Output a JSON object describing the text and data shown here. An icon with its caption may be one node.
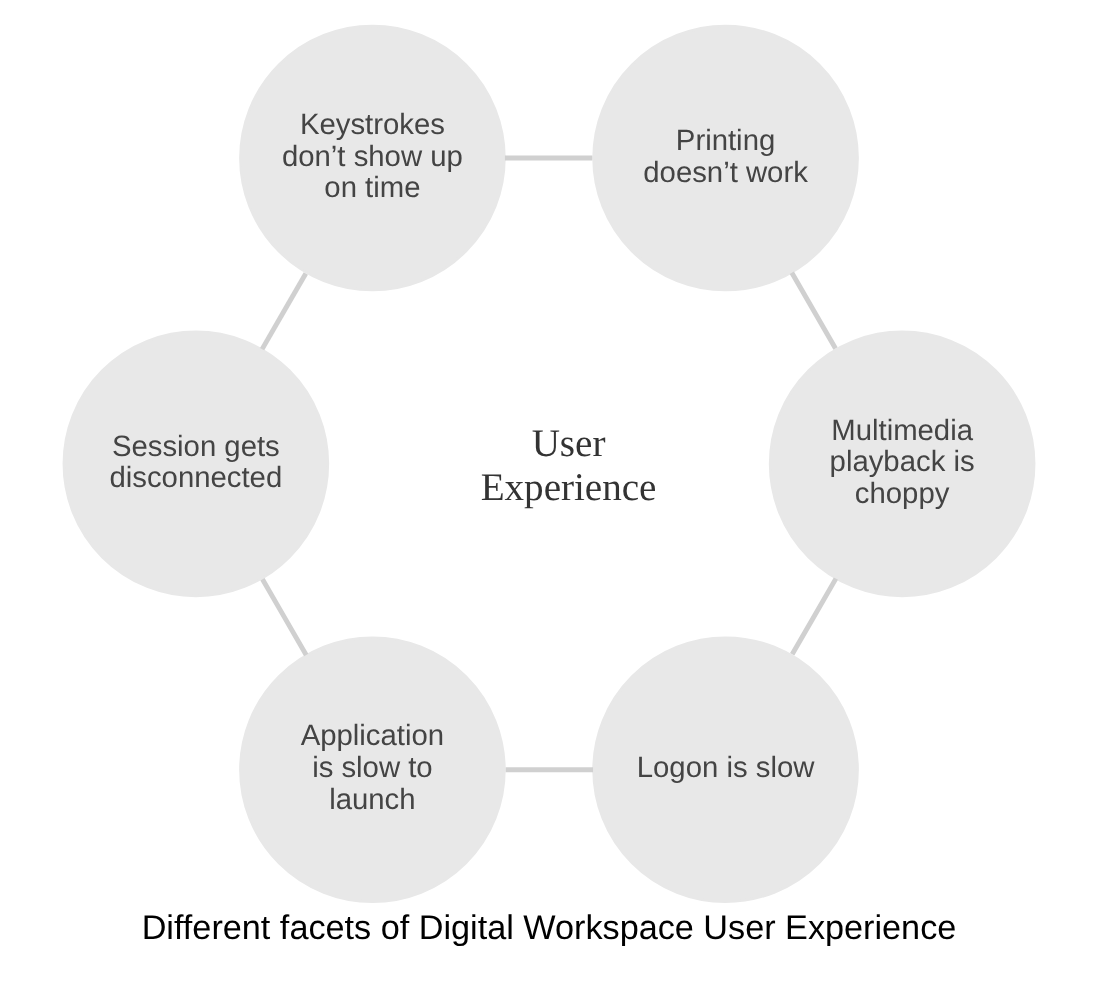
{
  "diagram": {
    "caption": "Different facets of Digital Workspace User Experience",
    "nodes": [
      {
        "text": [
          "User Experience"
        ]
      },
      {
        "text": [
          "Logon is slow"
        ]
      },
      {
        "text": [
          "Application is slow to launch"
        ]
      },
      {
        "text": [
          "Session gets disconnected"
        ]
      },
      {
        "text": [
          "Keystrokes don’t show up on time"
        ]
      },
      {
        "text": [
          "Printing doesn’t work"
        ]
      },
      {
        "text": [
          "Multimedia playback is choppy"
        ]
      }
    ],
    "edges": [
      {
        "from": 1,
        "to": 2,
        "arrow": "none"
      },
      {
        "from": 2,
        "to": 3,
        "arrow": "none"
      },
      {
        "from": 3,
        "to": 4,
        "arrow": "none"
      },
      {
        "from": 4,
        "to": 5,
        "arrow": "none"
      },
      {
        "from": 5,
        "to": 6,
        "arrow": "none"
      },
      {
        "from": 6,
        "to": 1,
        "arrow": "none"
      }
    ]
  }
}
